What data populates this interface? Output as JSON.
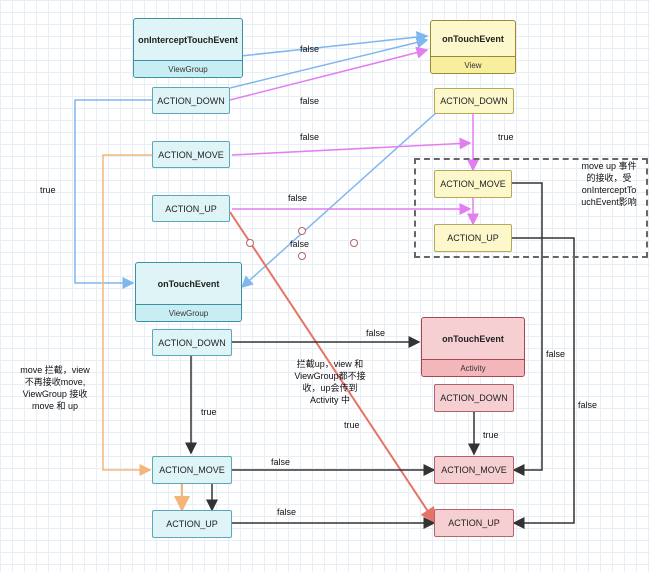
{
  "viewgroup_dispatch": {
    "title": "onInterceptTouchEvent",
    "subtitle": "ViewGroup",
    "down": "ACTION_DOWN",
    "move": "ACTION_MOVE",
    "up": "ACTION_UP"
  },
  "view": {
    "title": "onTouchEvent",
    "subtitle": "View",
    "down": "ACTION_DOWN",
    "move": "ACTION_MOVE",
    "up": "ACTION_UP"
  },
  "viewgroup_touch": {
    "title": "onTouchEvent",
    "subtitle": "ViewGroup",
    "down": "ACTION_DOWN",
    "move": "ACTION_MOVE",
    "up": "ACTION_UP"
  },
  "activity": {
    "title": "onTouchEvent",
    "subtitle": "Activity",
    "down": "ACTION_DOWN",
    "move": "ACTION_MOVE",
    "up": "ACTION_UP"
  },
  "labels": {
    "false_1": "false",
    "false_2": "false",
    "false_3": "false",
    "false_4": "false",
    "false_5": "false",
    "false_6": "false",
    "false_7": "false",
    "false_8": "false",
    "false_9": "false",
    "false_10": "false",
    "true_1": "true",
    "true_2": "true",
    "true_3": "true",
    "true_4": "true",
    "true_5": "true"
  },
  "notes": {
    "dashed_note": [
      "move up 事件",
      "的接收，受",
      "onInterceptTo",
      "uchEvent影响"
    ],
    "left_note": [
      "move 拦截，view",
      "不再接收move,",
      "ViewGroup 接收",
      "move 和 up"
    ],
    "middle_note": [
      "拦截up，view 和",
      "ViewGroup都不接",
      "收，up会传到",
      "Activity 中"
    ]
  },
  "colors": {
    "blue_arrow": "#7fb7ee",
    "magenta_arrow": "#e27ef0",
    "orange_arrow": "#f3b57a",
    "red_arrow": "#e57467",
    "black_arrow": "#333333"
  }
}
